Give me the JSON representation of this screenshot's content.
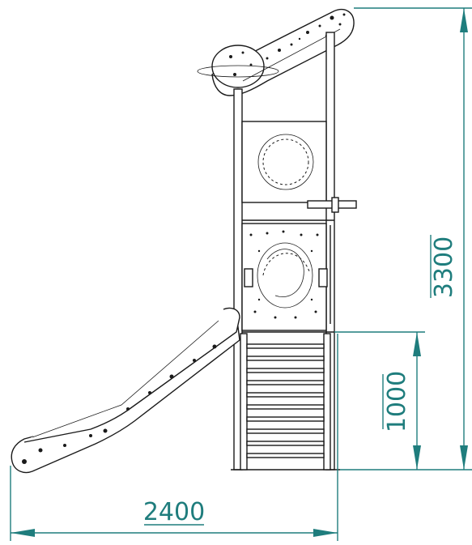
{
  "dimensions": {
    "total_width": "2400",
    "total_height": "3300",
    "platform_height": "1000"
  },
  "colors": {
    "dimension": "#1f7d7d",
    "outline": "#1a1a1a",
    "background": "#ffffff"
  },
  "components": [
    "planet-roof-panel",
    "tower-frame",
    "porthole-panel",
    "climbing-wall-panel",
    "slide",
    "ladder",
    "handle-bar"
  ]
}
